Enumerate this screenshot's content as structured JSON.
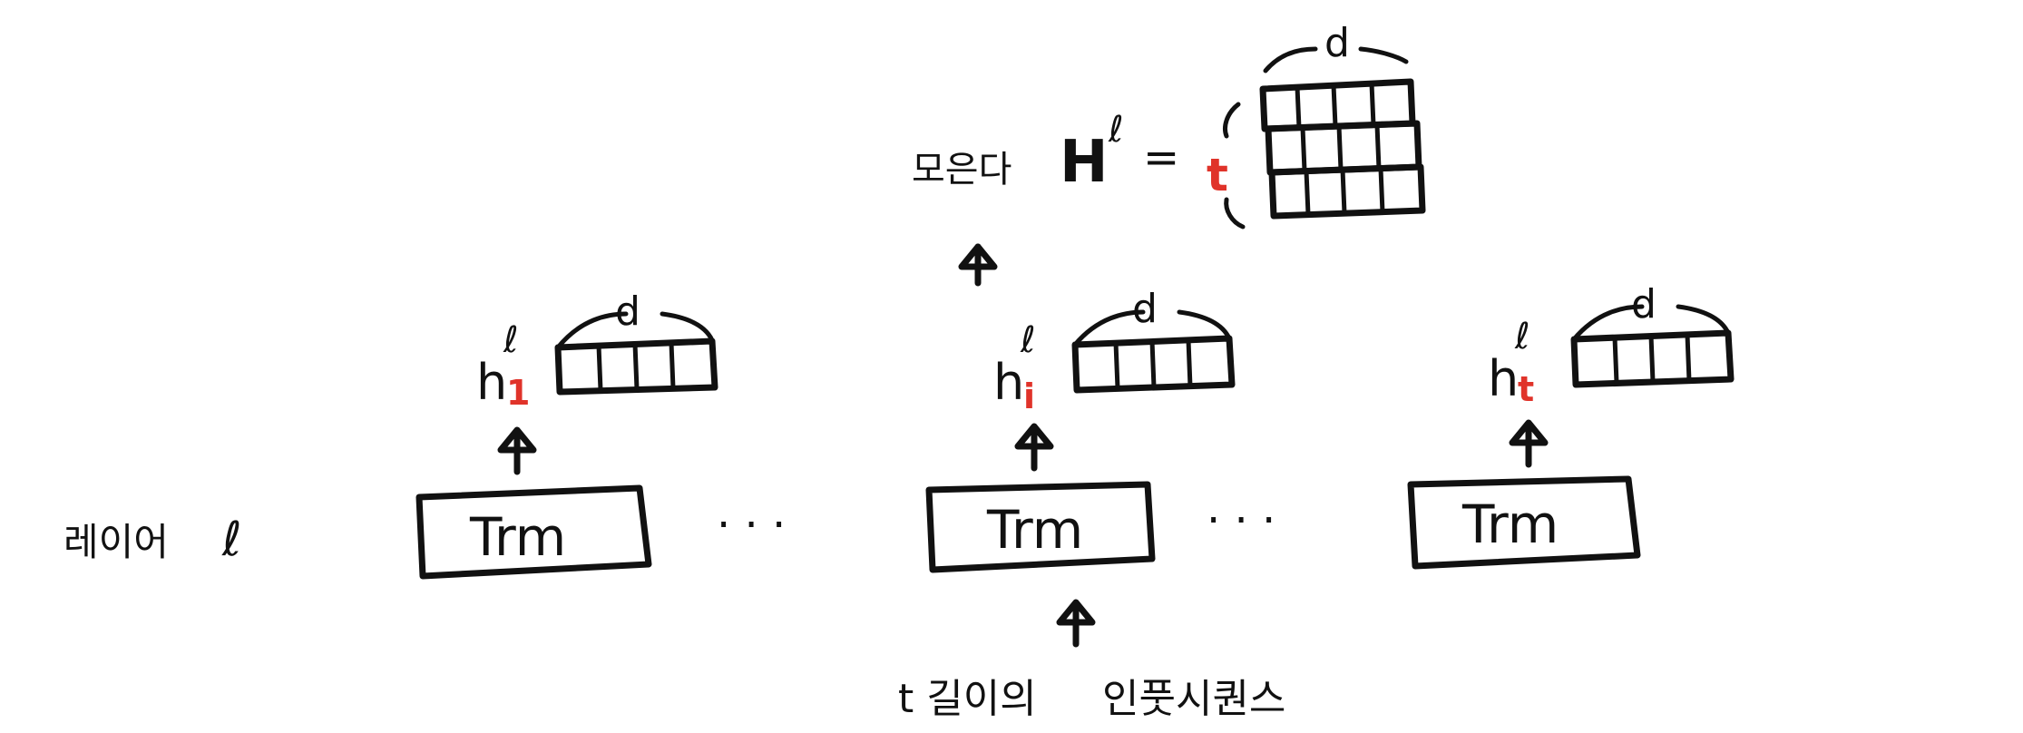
{
  "layer_label": "레이어",
  "layer_symbol": "ℓ",
  "block_label": "Trm",
  "ellipsis": "· · ·",
  "input_text": "인풋시퀀스",
  "input_prefix": "t 길이의",
  "collect_label": "모은다",
  "matrix_symbol": "H",
  "matrix_superscript": "ℓ",
  "equals": "=",
  "rows_label": "t",
  "dim_label": "d",
  "hidden_base": "h",
  "hidden_superscript": "ℓ",
  "hidden_states": [
    {
      "subscript": "1"
    },
    {
      "subscript": "i"
    },
    {
      "subscript": "t"
    }
  ],
  "colors": {
    "ink": "#111111",
    "accent": "#e0332a"
  }
}
